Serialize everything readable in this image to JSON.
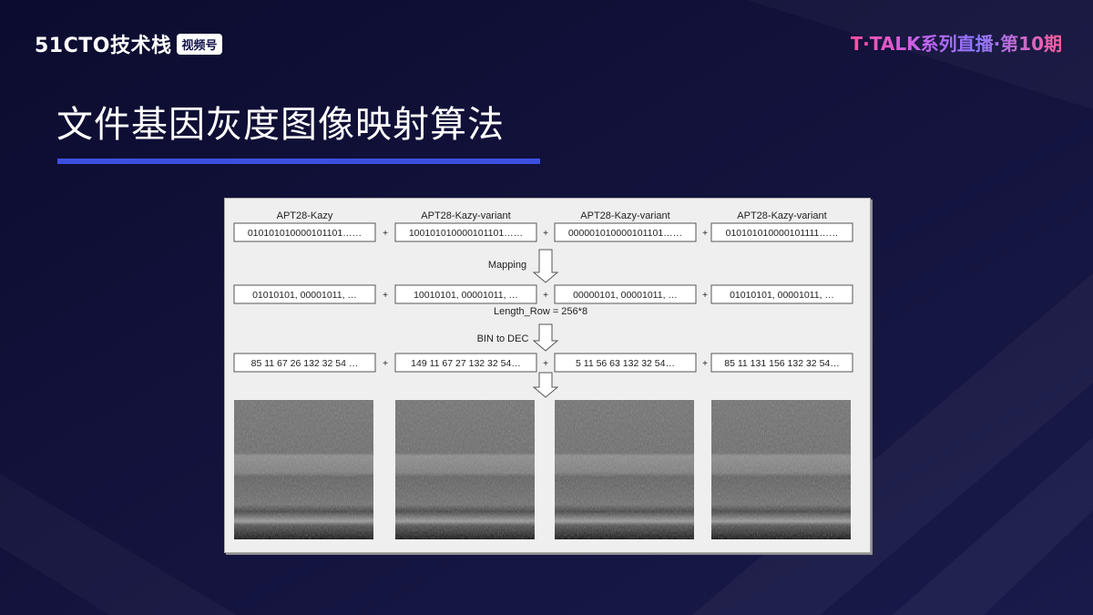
{
  "header": {
    "logo_text": "51CTO技术栈",
    "logo_badge": "视频号",
    "series_text": "T·TALK系列直播·第10期"
  },
  "title": "文件基因灰度图像映射算法",
  "colors": {
    "background": "#10103a",
    "accent_bar": "#3c4fe0",
    "series_gradient_start": "#ff4fa0",
    "series_gradient_end": "#8d78ff"
  },
  "diagram": {
    "columns": [
      {
        "label": "APT28-Kazy",
        "binary": "010101010000101101……",
        "bytes": "01010101, 00001011, …",
        "decimal": "85 11 67 26 132 32 54 …",
        "image": "grayscale-texture"
      },
      {
        "label": "APT28-Kazy-variant",
        "binary": "100101010000101101……",
        "bytes": "10010101, 00001011, …",
        "decimal": "149 11 67 27 132 32 54…",
        "image": "grayscale-texture"
      },
      {
        "label": "APT28-Kazy-variant",
        "binary": "000001010000101101……",
        "bytes": "00000101, 00001011, …",
        "decimal": "5 11 56 63 132 32 54…",
        "image": "grayscale-texture"
      },
      {
        "label": "APT28-Kazy-variant",
        "binary": "010101010000101111……",
        "bytes": "01010101, 00001011, …",
        "decimal": "85 11 131 156 132 32 54…",
        "image": "grayscale-texture"
      }
    ],
    "plus_sign": "+",
    "step_mapping": "Mapping",
    "step_length": "Length_Row = 256*8",
    "step_bin_dec": "BIN to DEC"
  }
}
